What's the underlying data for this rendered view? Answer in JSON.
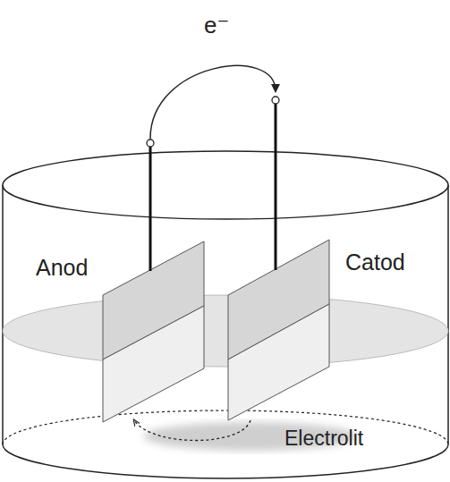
{
  "diagram": {
    "labels": [
      "e⁻",
      "Anod",
      "Catod",
      "Electrolit"
    ]
  }
}
